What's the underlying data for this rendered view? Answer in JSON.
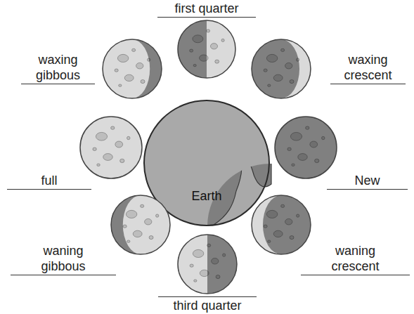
{
  "diagram": {
    "nodes": [
      {
        "text": [
          "first quarter"
        ]
      },
      {
        "text": [
          "waxing gibbous"
        ]
      },
      {
        "text": [
          "waxing crescent"
        ]
      },
      {
        "text": [
          "full"
        ]
      },
      {
        "text": [
          "Earth"
        ]
      },
      {
        "text": [
          "New"
        ]
      },
      {
        "text": [
          "waning gibbous"
        ]
      },
      {
        "text": [
          "waning crescent"
        ]
      },
      {
        "text": [
          "third quarter"
        ]
      }
    ]
  }
}
